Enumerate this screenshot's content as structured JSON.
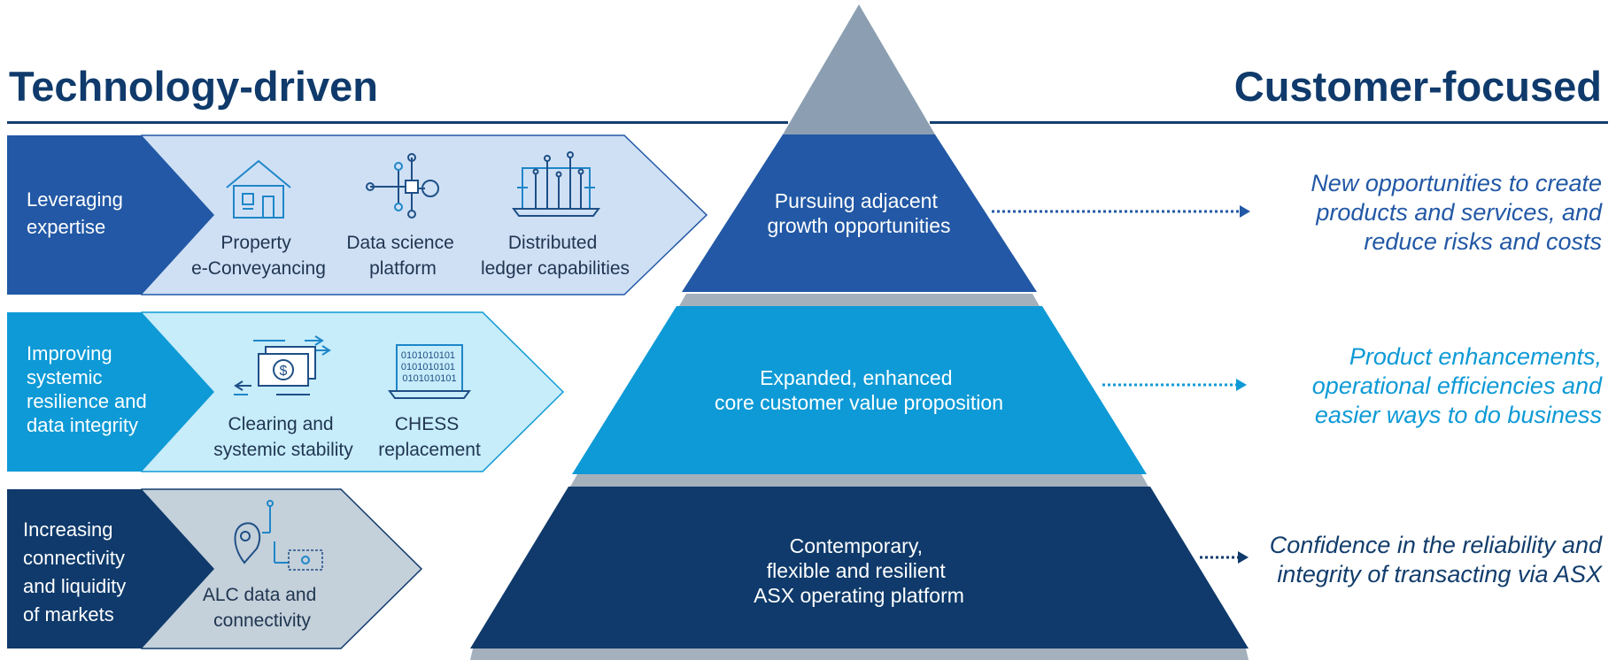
{
  "headings": {
    "left": "Technology-driven",
    "right": "Customer-focused"
  },
  "rows": [
    {
      "label": [
        "Leveraging",
        "expertise"
      ],
      "items": [
        {
          "icon": "house-icon",
          "caption": [
            "Property",
            "e-Conveyancing"
          ]
        },
        {
          "icon": "circuit-key-icon",
          "caption": [
            "Data science",
            "platform"
          ]
        },
        {
          "icon": "laptop-circuit-icon",
          "caption": [
            "Distributed",
            "ledger capabilities"
          ]
        }
      ]
    },
    {
      "label": [
        "Improving",
        "systemic",
        "resilience and",
        "data integrity"
      ],
      "items": [
        {
          "icon": "money-transfer-icon",
          "caption": [
            "Clearing and",
            "systemic stability"
          ]
        },
        {
          "icon": "binary-laptop-icon",
          "caption": [
            "CHESS",
            "replacement"
          ],
          "binary_lines": [
            "0101010101",
            "0101010101",
            "0101010101"
          ]
        }
      ]
    },
    {
      "label": [
        "Increasing",
        "connectivity",
        "and liquidity",
        "of markets"
      ],
      "items": [
        {
          "icon": "location-data-icon",
          "caption": [
            "ALC data and",
            "connectivity"
          ]
        }
      ]
    }
  ],
  "pyramid": {
    "tiers": [
      {
        "label": [
          "Pursuing adjacent",
          "growth opportunities"
        ]
      },
      {
        "label": [
          "Expanded, enhanced",
          "core customer value proposition"
        ]
      },
      {
        "label": [
          "Contemporary,",
          "flexible and resilient",
          "ASX operating platform"
        ]
      }
    ]
  },
  "outcomes": [
    {
      "lines": [
        "New opportunities to create",
        "products and services, and",
        "reduce risks and costs"
      ]
    },
    {
      "lines": [
        "Product enhancements,",
        "operational efficiencies and",
        "easier ways to do business"
      ]
    },
    {
      "lines": [
        "Confidence in the reliability and",
        "integrity of transacting via ASX"
      ]
    }
  ],
  "colors": {
    "navy": "#0f3a6b",
    "dark_blue": "#2258a5",
    "medium_blue": "#0e9ad6",
    "light_blue_panel": "#cfe0f5",
    "light_cyan_panel": "#c7ecfa",
    "grey_panel": "#c4d0da",
    "pyramid_top_grey": "#8c9fb2",
    "separator_grey": "#a4b0bc"
  }
}
